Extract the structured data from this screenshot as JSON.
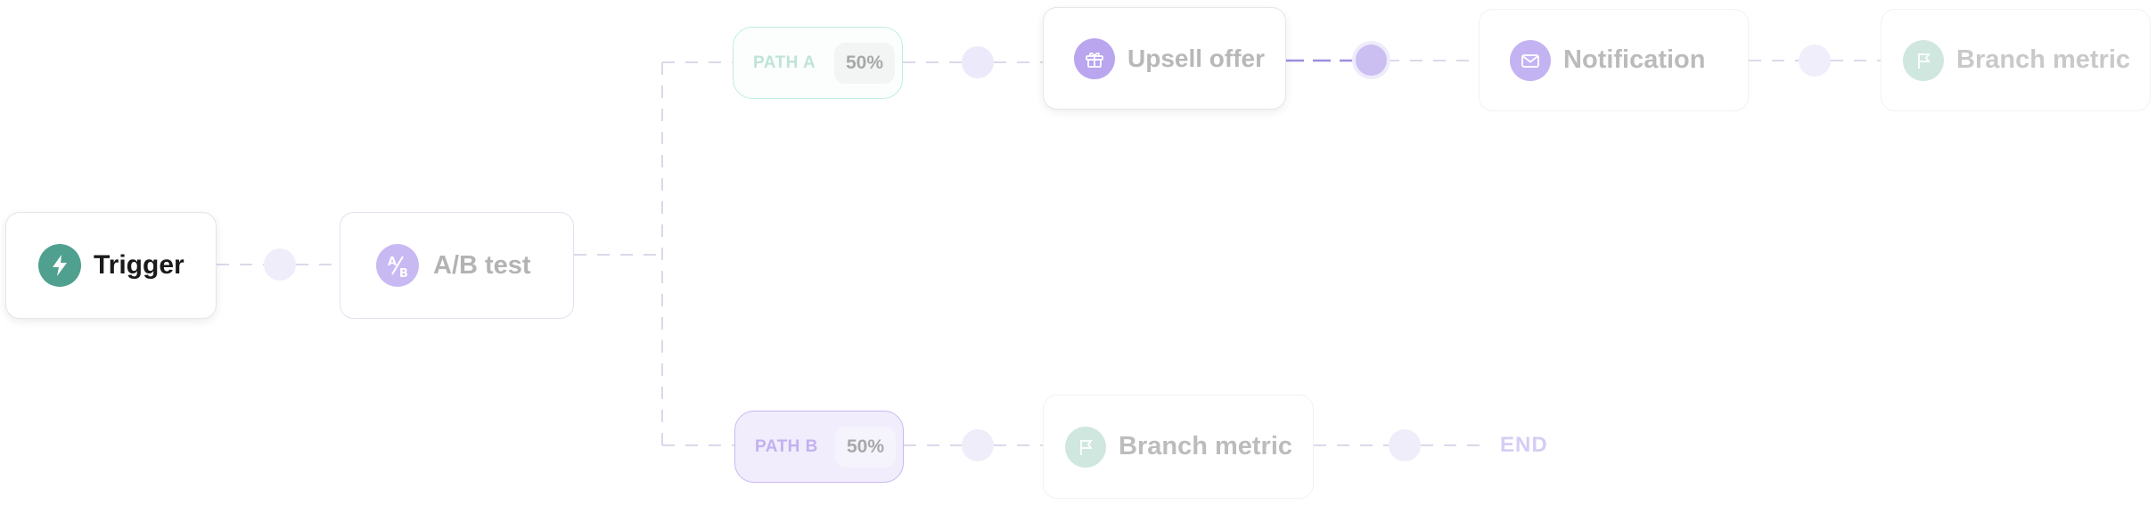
{
  "nodes": {
    "trigger": {
      "label": "Trigger",
      "icon": "lightning-bolt-icon"
    },
    "ab_test": {
      "label": "A/B test",
      "icon": "ab-test-icon",
      "icon_text_a": "A",
      "icon_text_b": "B"
    },
    "upsell": {
      "label": "Upsell offer",
      "icon": "gift-icon"
    },
    "notification": {
      "label": "Notification",
      "icon": "envelope-icon"
    },
    "metric_a": {
      "label": "Branch metric",
      "icon": "flag-icon"
    },
    "metric_b": {
      "label": "Branch metric",
      "icon": "flag-icon"
    }
  },
  "paths": {
    "a": {
      "name": "PATH A",
      "percent": "50%"
    },
    "b": {
      "name": "PATH B",
      "percent": "50%"
    }
  },
  "end_label": "END",
  "colors": {
    "teal": "#4fa08f",
    "purple": "#b9a6ef",
    "line": "#d9d4ea",
    "active_line": "#9e8de0"
  }
}
